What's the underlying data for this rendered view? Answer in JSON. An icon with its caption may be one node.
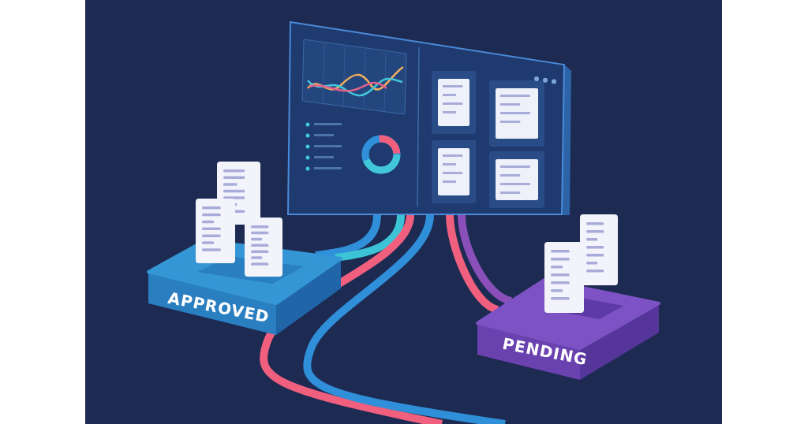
{
  "diagram": {
    "nodes": [
      {
        "text": [],
        "shape": "picture"
      },
      {
        "text": [
          "APPROVED"
        ]
      },
      {
        "text": [
          "PENDING"
        ]
      }
    ],
    "edges": [
      {
        "from": 0,
        "to": 1,
        "arrow": "none",
        "color": "#2f8fd8"
      },
      {
        "from": 0,
        "to": 1,
        "arrow": "none",
        "color": "#3cc3d6"
      },
      {
        "from": 0,
        "to": null,
        "arrow": "none",
        "color": "#f0607e"
      },
      {
        "from": 0,
        "to": null,
        "arrow": "none",
        "color": "#2f8fd8"
      },
      {
        "from": 0,
        "to": 2,
        "arrow": "none",
        "color": "#f0607e"
      },
      {
        "from": 0,
        "to": 2,
        "arrow": "none",
        "color": "#8a4fb8"
      }
    ]
  }
}
